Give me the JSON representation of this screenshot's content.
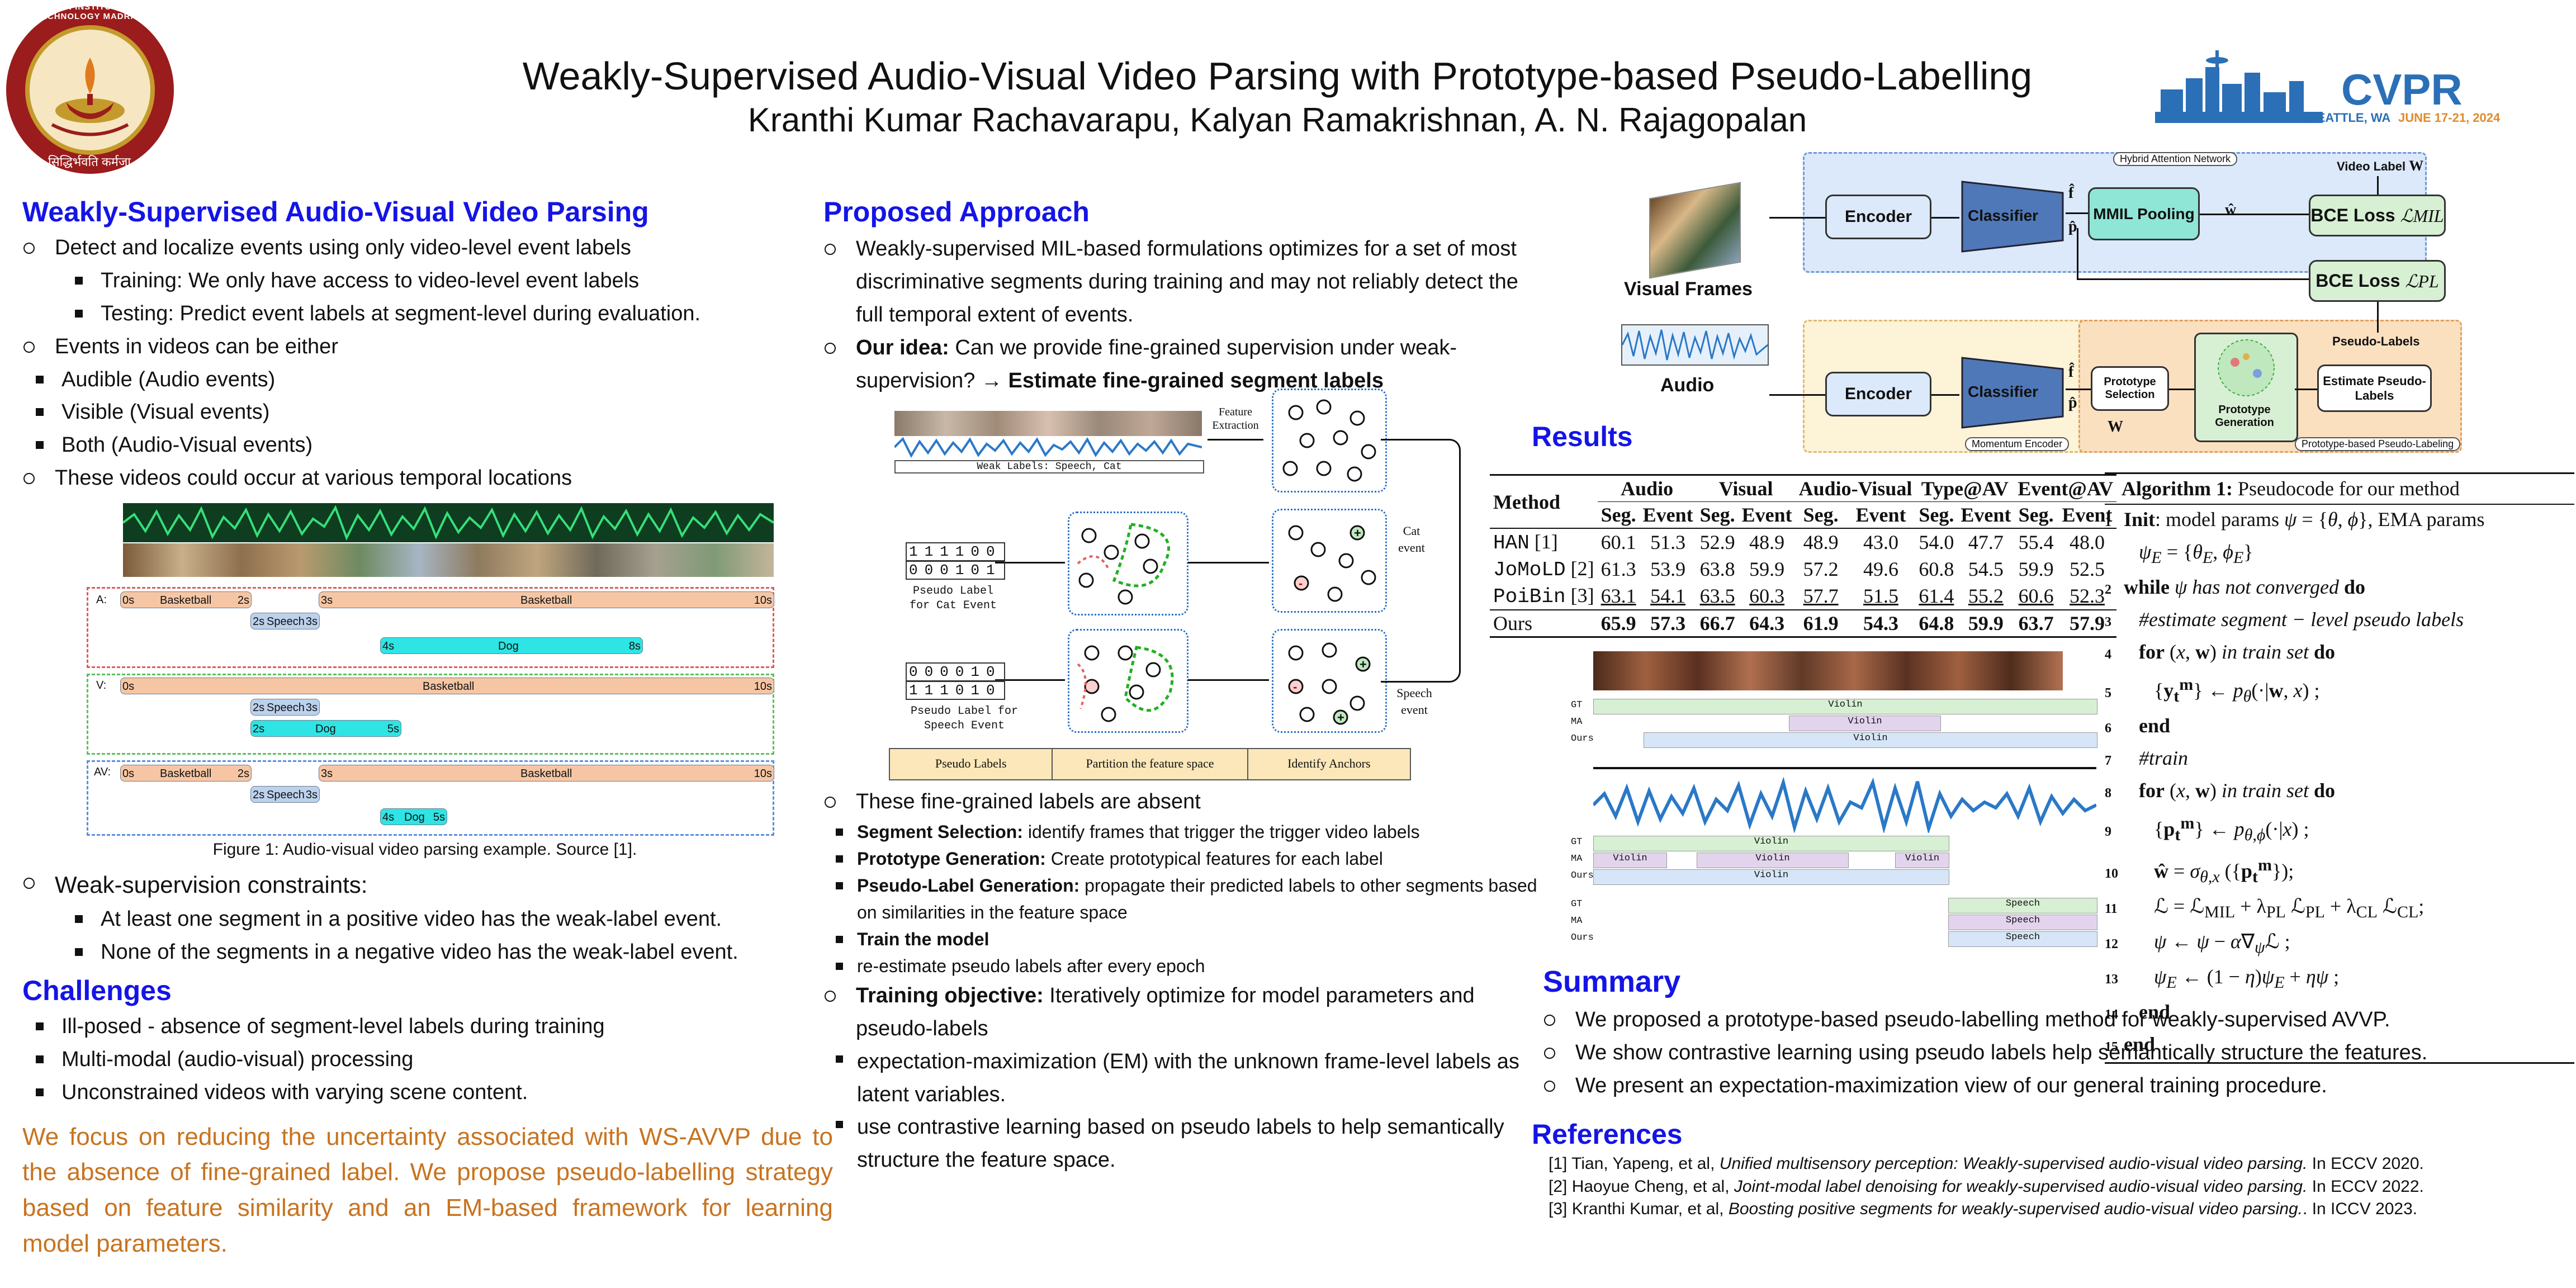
{
  "header": {
    "title": "Weakly-Supervised Audio-Visual Video Parsing with Prototype-based Pseudo-Labelling",
    "authors": "Kranthi Kumar Rachavarapu, Kalyan Ramakrishnan, A. N. Rajagopalan",
    "logo_left_text": "INDIAN INSTITUTE OF TECHNOLOGY MADRAS",
    "logo_left_motto": "सिद्धिर्भवति कर्मजा",
    "logo_right": {
      "name": "CVPR",
      "location": "SEATTLE, WA",
      "dates": "JUNE 17-21, 2024"
    }
  },
  "colors": {
    "heading": "#1414e6",
    "focus_text": "#c8731f",
    "hybrid_bg": "#dce9fb",
    "proto_bg": "#fbe9d0",
    "momentum_bg": "#fdf3d7"
  },
  "left": {
    "wsavvp": {
      "title": "Weakly-Supervised Audio-Visual Video Parsing",
      "b1": "Detect and localize events using only video-level event labels",
      "b1a": "Training: We only have access to video-level event labels",
      "b1b": "Testing: Predict event labels at segment-level during evaluation.",
      "b2": "Events in videos can be either",
      "b2a": "Audible (Audio events)",
      "b2b": "Visible (Visual events)",
      "b2c": "Both (Audio-Visual events)",
      "b3": "These videos could occur at various temporal locations"
    },
    "figure1": {
      "rows": [
        "A:",
        "V:",
        "AV:"
      ],
      "basketball": "Basketball",
      "speech": "Speech",
      "dog": "Dog",
      "t0": "0s",
      "t2": "2s",
      "t3": "3s",
      "t4": "4s",
      "t5": "5s",
      "t8": "8s",
      "t10": "10s",
      "caption": "Figure 1: Audio-visual video parsing example. Source [1]."
    },
    "constraints": {
      "title": "Weak-supervision constraints:",
      "c1": "At least one segment in a positive video has the weak-label event.",
      "c2": "None of the segments in a negative video has the weak-label event."
    },
    "challenges": {
      "title": "Challenges",
      "items": [
        "Ill-posed - absence of segment-level labels during training",
        "Multi-modal (audio-visual) processing",
        "Unconstrained videos with varying scene content."
      ]
    },
    "focus": "We focus on reducing the uncertainty associated with WS-AVVP due to the absence of fine-grained label. We propose pseudo-labelling strategy based on feature similarity and an EM-based framework for learning model parameters."
  },
  "middle": {
    "title": "Proposed Approach",
    "p1": "Weakly-supervised MIL-based formulations optimizes for a set of most discriminative segments during training and may not reliably detect the full temporal extent of events.",
    "idea_label": "Our idea:",
    "idea_text": "Can we provide fine-grained supervision under weak-supervision?",
    "idea_arrow": "→",
    "idea_bold": "Estimate fine-grained segment labels",
    "fig2": {
      "feature_extraction": "Feature Extraction",
      "weak_labels": "Weak Labels: Speech, Cat",
      "cat_event": "Cat event",
      "speech_event": "Speech event",
      "pl_cat": "Pseudo Label for Cat Event",
      "pl_speech": "Pseudo Label for Speech Event",
      "bits_cat_top": "111100",
      "bits_cat_bot": "000101",
      "bits_sp_top": "000010",
      "bits_sp_bot": "111010",
      "legend": [
        "Pseudo Labels",
        "Partition the feature space",
        "Identify Anchors"
      ]
    },
    "p2": "These fine-grained labels are absent",
    "steps": [
      {
        "label": "Segment Selection:",
        "text": "identify frames that trigger the trigger video labels"
      },
      {
        "label": "Prototype Generation:",
        "text": "Create prototypical features for each label"
      },
      {
        "label": "Pseudo-Label Generation:",
        "text": "propagate their predicted labels to other segments based on similarities in the feature space"
      },
      {
        "label": "Train the model",
        "text": ""
      },
      {
        "label": "",
        "text": "re-estimate pseudo labels after every epoch"
      }
    ],
    "objective_label": "Training objective:",
    "objective_text": "Iteratively optimize for model parameters and pseudo-labels",
    "obj_items": [
      "expectation-maximization (EM) with the unknown frame-level labels as latent variables.",
      "use contrastive learning based on pseudo labels to help semantically structure the feature space."
    ]
  },
  "arch": {
    "visual_frames": "Visual Frames",
    "audio": "Audio",
    "encoder": "Encoder",
    "classifier": "Classifier",
    "mmil": "MMIL Pooling",
    "bce_mil": "BCE Loss",
    "bce_pl": "BCE Loss",
    "l_mil": "ℒMIL",
    "l_pl": "ℒPL",
    "video_label": "Video Label",
    "w_bold": "W",
    "hybrid": "Hybrid Attention Network",
    "momentum": "Momentum Encoder",
    "proto_sel": "Prototype Selection",
    "proto_gen": "Prototype Generation",
    "est_pl": "Estimate Pseudo-Labels",
    "pseudo_labels": "Pseudo-Labels",
    "proto_pl": "Prototype-based Pseudo-Labeling",
    "f_hat": "f̂",
    "p_hat": "p̂",
    "w_hat": "ŵ"
  },
  "results": {
    "title": "Results",
    "method": "Method",
    "groups": [
      "Audio",
      "Visual",
      "Audio-Visual",
      "Type@AV",
      "Event@AV"
    ],
    "sub": [
      "Seg.",
      "Event",
      "Seg.",
      "Event",
      "Seg.",
      "Event",
      "Seg.",
      "Event",
      "Seg.",
      "Event"
    ],
    "rows": [
      {
        "name": "HAN",
        "ref": "[1]",
        "vals": [
          "60.1",
          "51.3",
          "52.9",
          "48.9",
          "48.9",
          "43.0",
          "54.0",
          "47.7",
          "55.4",
          "48.0"
        ]
      },
      {
        "name": "JoMoLD",
        "ref": "[2]",
        "vals": [
          "61.3",
          "53.9",
          "63.8",
          "59.9",
          "57.2",
          "49.6",
          "60.8",
          "54.5",
          "59.9",
          "52.5"
        ]
      },
      {
        "name": "PoiBin",
        "ref": "[3]",
        "vals": [
          "63.1",
          "54.1",
          "63.5",
          "60.3",
          "57.7",
          "51.5",
          "61.4",
          "55.2",
          "60.6",
          "52.3"
        ]
      },
      {
        "name": "Ours",
        "ref": "",
        "vals": [
          "65.9",
          "57.3",
          "66.7",
          "64.3",
          "61.9",
          "54.3",
          "64.8",
          "59.9",
          "63.7",
          "57.9"
        ]
      }
    ],
    "qual": {
      "gt": "GT",
      "ma": "MA",
      "ours": "Ours",
      "violin": "Violin",
      "speech": "Speech"
    }
  },
  "algorithm": {
    "title_bold": "Algorithm 1:",
    "title_text": "Pseudocode for our method",
    "lines": [
      {
        "n": "1",
        "html": "<b>Init</b>: model params <i>ψ</i> = {<i>θ</i>, <i>ϕ</i>}, EMA params"
      },
      {
        "n": "",
        "html": "&nbsp;&nbsp;&nbsp;<i>ψ<sub>E</sub></i> = {<i>θ<sub>E</sub></i>, <i>ϕ<sub>E</sub></i>}"
      },
      {
        "n": "2",
        "html": "<b>while</b> <i>ψ has not converged</i> <b>do</b>"
      },
      {
        "n": "3",
        "html": "&nbsp;&nbsp;&nbsp;<i>#estimate segment − level pseudo labels</i>"
      },
      {
        "n": "4",
        "html": "&nbsp;&nbsp;&nbsp;<b>for</b> (<i>x</i>, <b>w</b>) <i>in train set</i> <b>do</b>"
      },
      {
        "n": "5",
        "html": "&nbsp;&nbsp;&nbsp;&nbsp;&nbsp;&nbsp;{<b>y<sub>t</sub><sup>m</sup></b>} ← <i>p<sub>θ</sub></i>(·|<b>w</b>, <i>x</i>) ;"
      },
      {
        "n": "6",
        "html": "&nbsp;&nbsp;&nbsp;<b>end</b>"
      },
      {
        "n": "7",
        "html": "&nbsp;&nbsp;&nbsp;<i>#train</i>"
      },
      {
        "n": "8",
        "html": "&nbsp;&nbsp;&nbsp;<b>for</b> (<i>x</i>, <b>w</b>) <i>in train set</i> <b>do</b>"
      },
      {
        "n": "9",
        "html": "&nbsp;&nbsp;&nbsp;&nbsp;&nbsp;&nbsp;{<b>p<sub>t</sub><sup>m</sup></b>} ← <i>p<sub>θ,ϕ</sub></i>(·|<i>x</i>) ;"
      },
      {
        "n": "10",
        "html": "&nbsp;&nbsp;&nbsp;&nbsp;&nbsp;&nbsp;<b>ŵ</b> = <i>σ<sub>θ,x</sub></i> ({<b>p<sub>t</sub><sup>m</sup></b>});"
      },
      {
        "n": "11",
        "html": "&nbsp;&nbsp;&nbsp;&nbsp;&nbsp;&nbsp;ℒ = ℒ<sub>MIL</sub> + λ<sub>PL</sub> ℒ<sub>PL</sub> + λ<sub>CL</sub> ℒ<sub>CL</sub>;"
      },
      {
        "n": "12",
        "html": "&nbsp;&nbsp;&nbsp;&nbsp;&nbsp;&nbsp;<i>ψ</i> ← <i>ψ</i> − <i>α</i>∇<sub><i>ψ</i></sub>ℒ ;"
      },
      {
        "n": "13",
        "html": "&nbsp;&nbsp;&nbsp;&nbsp;&nbsp;&nbsp;<i>ψ<sub>E</sub></i> ← (1 − <i>η</i>)<i>ψ<sub>E</sub></i> + <i>ηψ</i> ;"
      },
      {
        "n": "14",
        "html": "&nbsp;&nbsp;&nbsp;<b>end</b>"
      },
      {
        "n": "15",
        "html": "<b>end</b>"
      }
    ]
  },
  "summary": {
    "title": "Summary",
    "items": [
      "We proposed a prototype-based pseudo-labelling method for weakly-supervised AVVP.",
      "We show contrastive learning using pseudo labels help semantically structure the features.",
      "We present an expectation-maximization view of our general training procedure."
    ]
  },
  "references": {
    "title": "References",
    "items": [
      {
        "pre": "[1] Tian, Yapeng, et al, ",
        "it": "Unified multisensory perception: Weakly-supervised audio-visual video parsing.",
        "post": " In ECCV 2020."
      },
      {
        "pre": "[2] Haoyue Cheng, et al, ",
        "it": "Joint-modal label denoising for weakly-supervised audio-visual video parsing.",
        "post": " In ECCV 2022."
      },
      {
        "pre": "[3] Kranthi Kumar, et al, ",
        "it": "Boosting positive segments for weakly-supervised audio-visual video parsing.",
        "post": ". In ICCV 2023."
      }
    ]
  }
}
